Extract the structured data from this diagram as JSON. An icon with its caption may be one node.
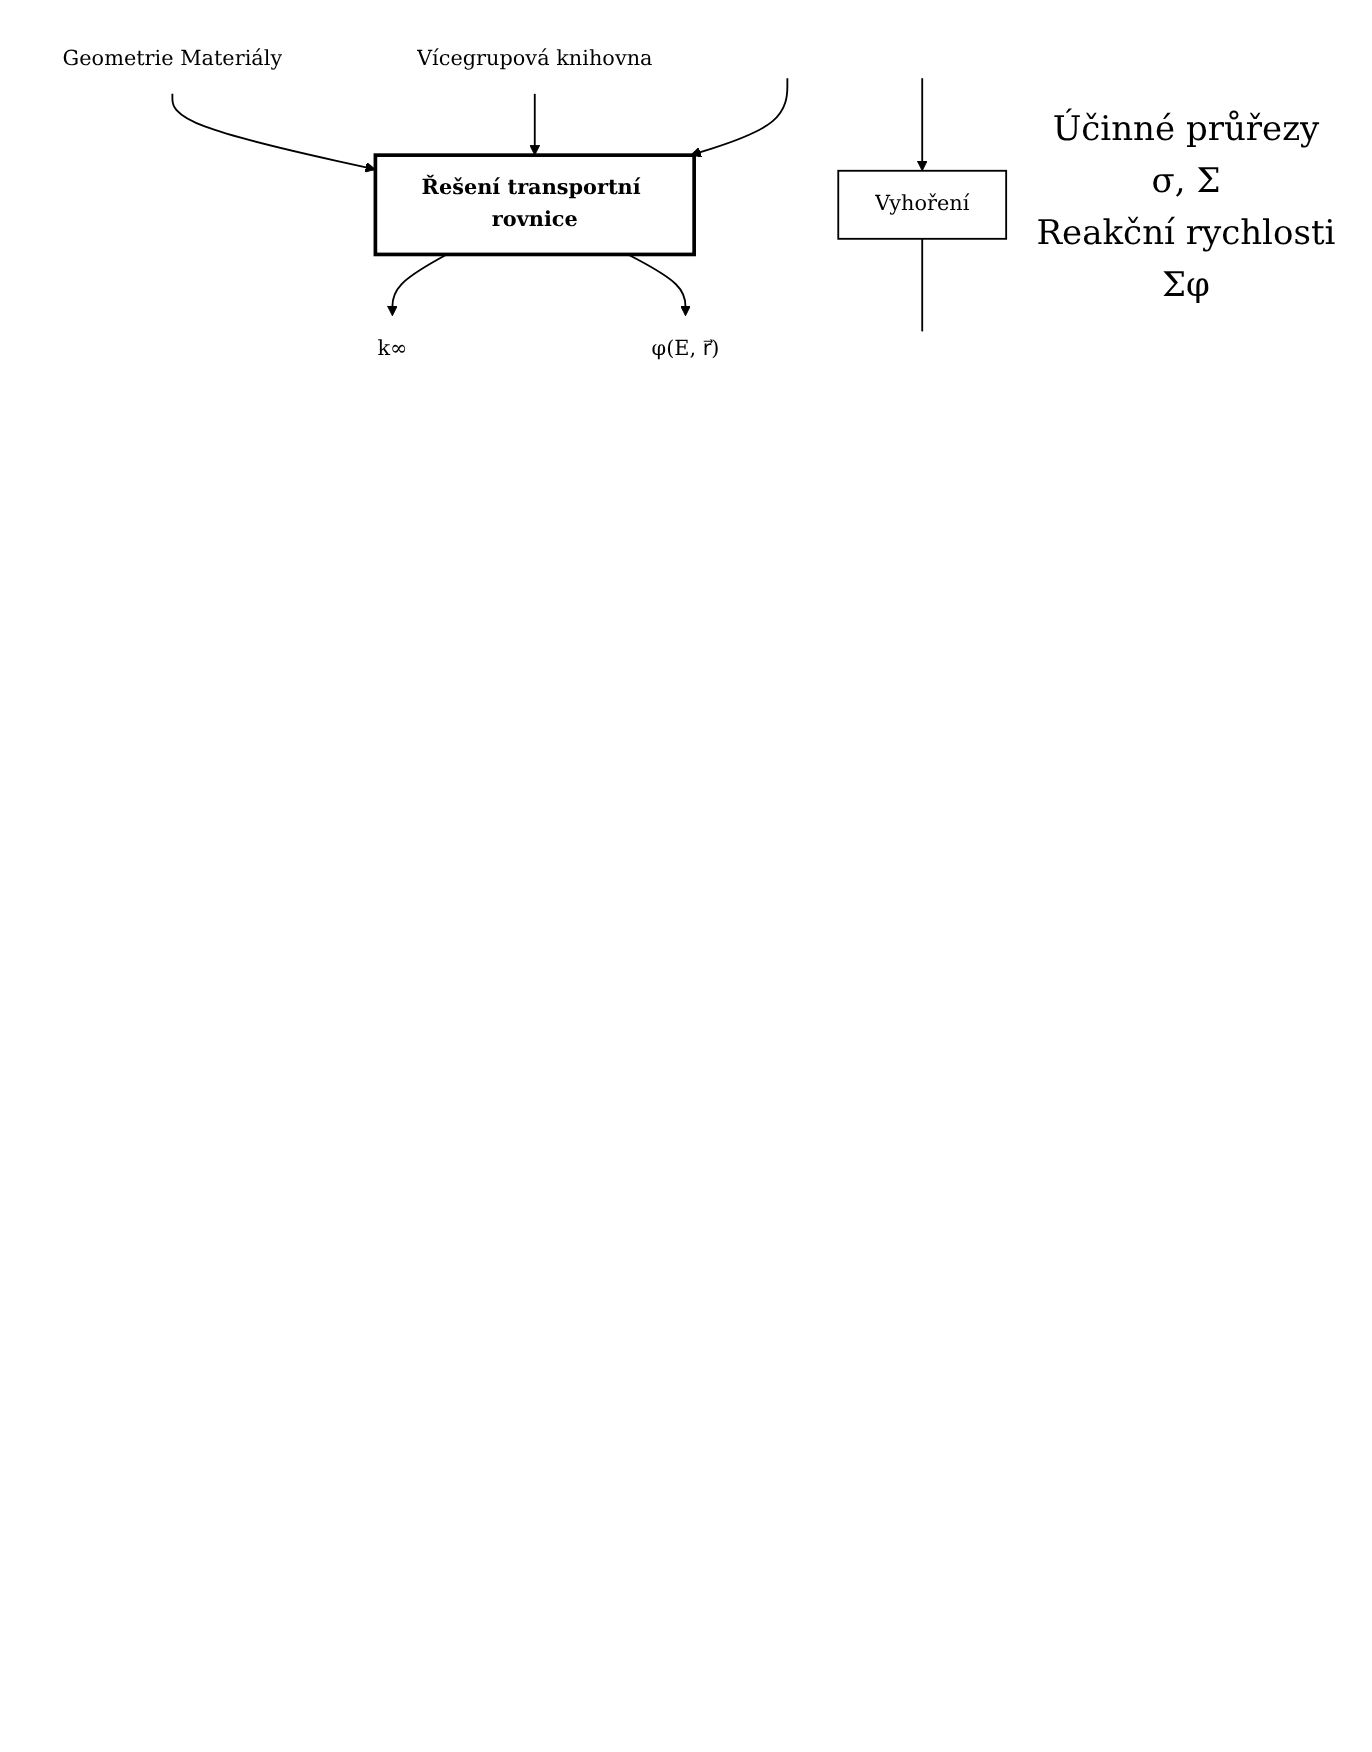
{
  "diagram": {
    "nodes": [
      {
        "text": [
          "Geometrie Materiály"
        ]
      },
      {
        "text": [
          "Vícegrupová knihovna"
        ]
      },
      {
        "text": [
          "Řešení transportní rovnice"
        ]
      },
      {
        "text": [
          "k∞"
        ]
      },
      {
        "text": [
          "φ(E, r⃗)"
        ]
      },
      {
        "text": [
          "Vyhoření"
        ]
      }
    ],
    "edges": [
      {
        "from": 0,
        "to": 2,
        "arrow": "to"
      },
      {
        "from": 1,
        "to": 2,
        "arrow": "to"
      },
      {
        "from": 2,
        "to": 3,
        "arrow": "to"
      },
      {
        "from": 2,
        "to": 4,
        "arrow": "to"
      },
      {
        "from": null,
        "to": 2,
        "arrow": "to"
      },
      {
        "from": null,
        "to": 5,
        "arrow": "to"
      },
      {
        "from": 5,
        "to": null,
        "arrow": "none"
      }
    ],
    "labels": [
      "Účinné průřezy",
      "σ, Σ",
      "Reakční rychlosti",
      "Σφ"
    ]
  }
}
